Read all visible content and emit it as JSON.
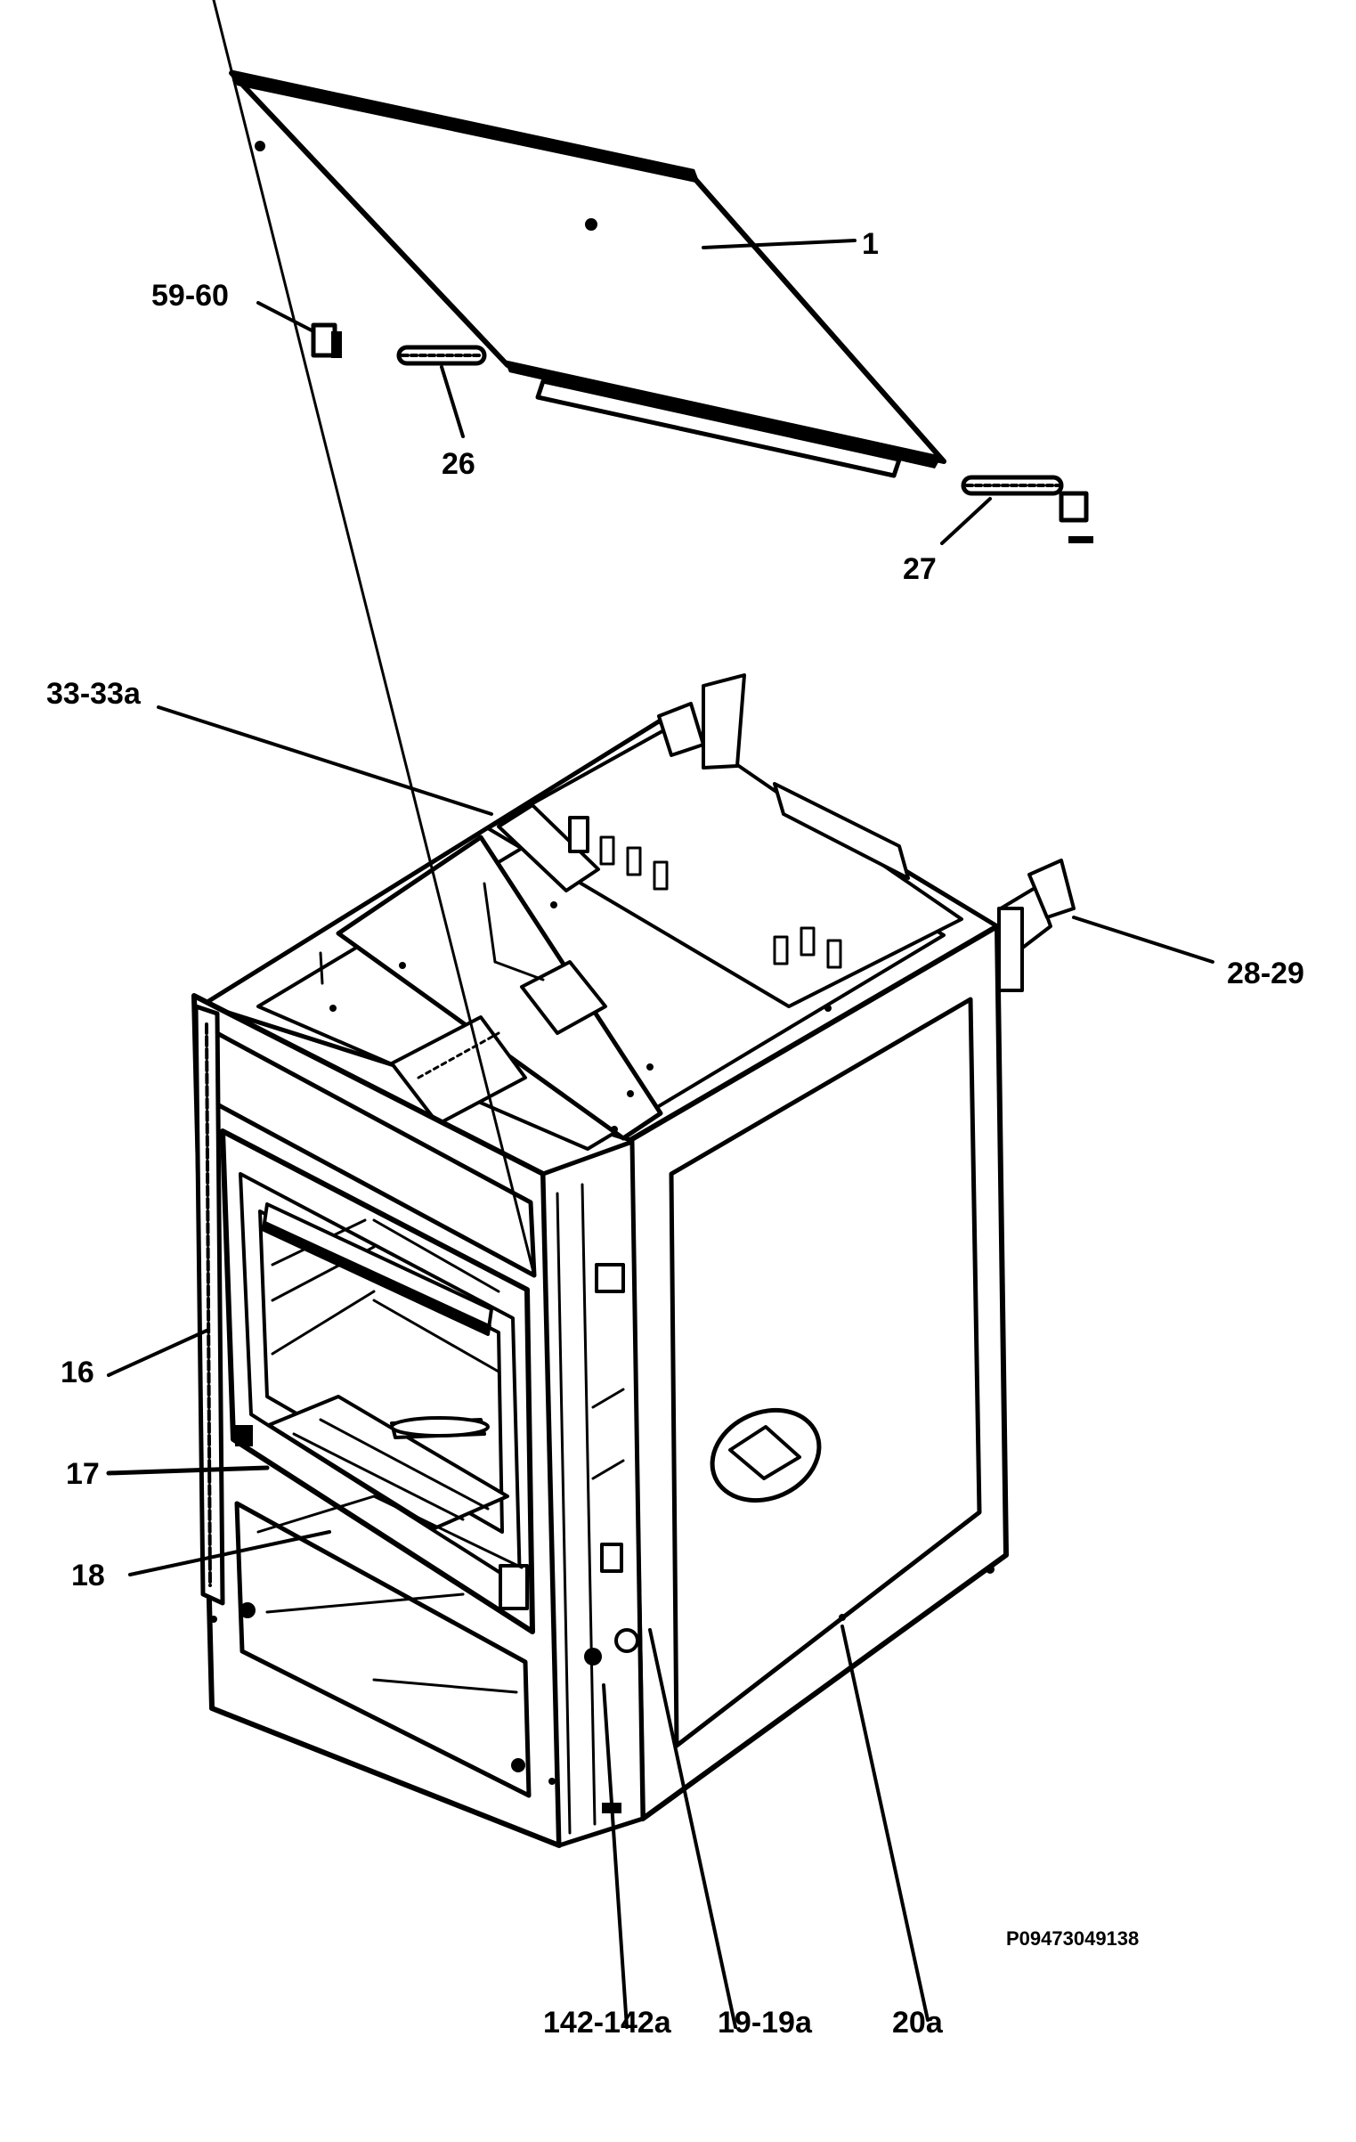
{
  "callouts": {
    "part_1": "1",
    "part_59_60": "59-60",
    "part_26": "26",
    "part_27": "27",
    "part_33_33a": "33-33a",
    "part_28_29": "28-29",
    "part_16": "16",
    "part_17": "17",
    "part_18": "18",
    "part_142_142a": "142-142a",
    "part_19_19a": "19-19a",
    "part_20a": "20a"
  },
  "diagram_code": "P09473049138"
}
